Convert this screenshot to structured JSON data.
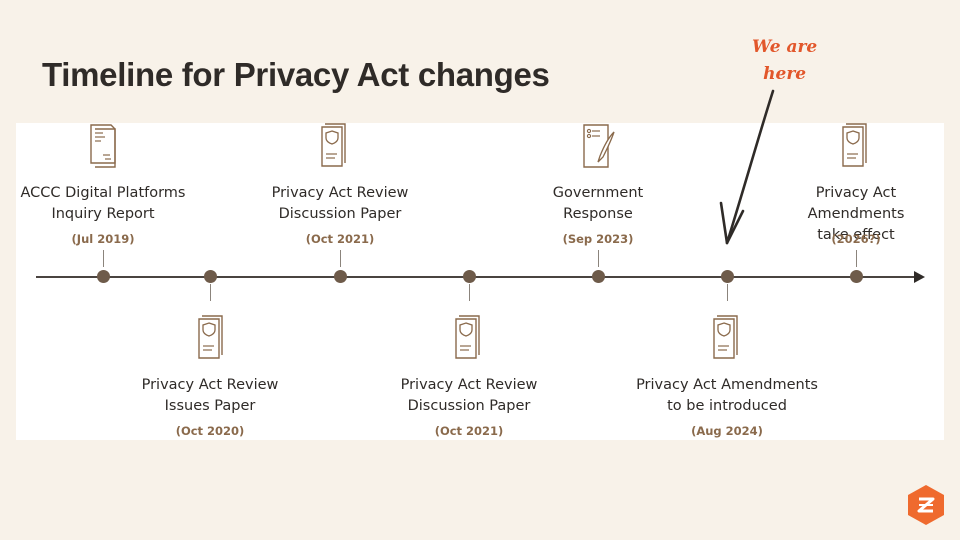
{
  "title": "Timeline for Privacy Act changes",
  "annotation": {
    "line1": "We are",
    "line2": "here"
  },
  "events": [
    {
      "label1": "ACCC Digital Platforms",
      "label2": "Inquiry Report",
      "date": "(Jul 2019)",
      "icon": "report-document-icon"
    },
    {
      "label1": "Privacy Act Review",
      "label2": "Issues Paper",
      "date": "(Oct 2020)",
      "icon": "shield-document-icon"
    },
    {
      "label1": "Privacy Act Review",
      "label2": "Discussion Paper",
      "date": "(Oct 2021)",
      "icon": "shield-document-icon"
    },
    {
      "label1": "Privacy Act Review",
      "label2": "Discussion Paper",
      "date": "(Oct 2021)",
      "icon": "shield-document-icon"
    },
    {
      "label1": "Government",
      "label2": "Response",
      "date": "(Sep 2023)",
      "icon": "checklist-quill-icon"
    },
    {
      "label1": "Privacy Act Amendments",
      "label2": "to be introduced",
      "date": "(Aug 2024)",
      "icon": "shield-document-icon"
    },
    {
      "label1": "Privacy Act Amendments",
      "label2": "take effect",
      "date": "(2026?)",
      "icon": "shield-document-icon"
    }
  ],
  "colors": {
    "accent": "#e2572b",
    "marker": "#6e5b4a",
    "date": "#8a6a4c",
    "background": "#f8f2e9"
  }
}
